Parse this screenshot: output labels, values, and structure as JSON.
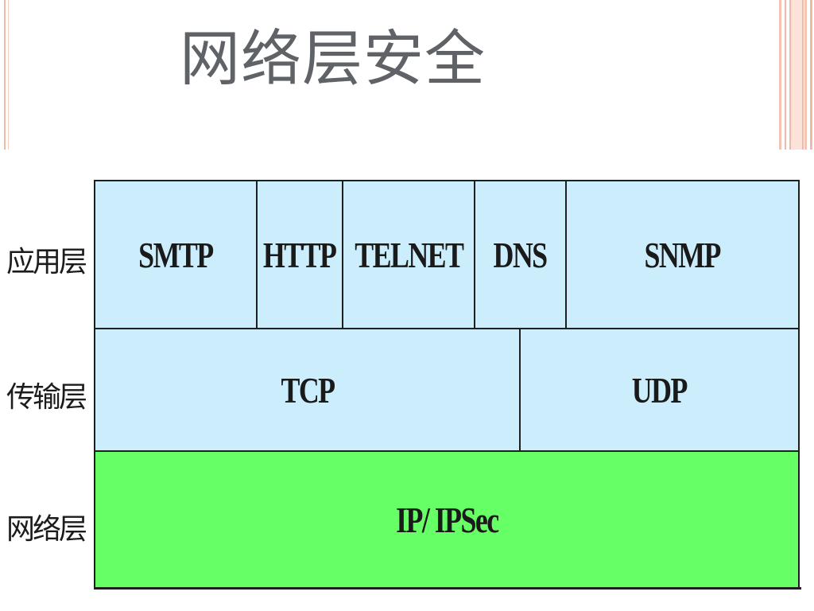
{
  "slide": {
    "title": "网络层安全"
  },
  "layers": [
    {
      "label": "应用层",
      "protocols": [
        "SMTP",
        "HTTP",
        "TELNET",
        "DNS",
        "SNMP"
      ]
    },
    {
      "label": "传输层",
      "protocols": [
        "TCP",
        "UDP"
      ]
    },
    {
      "label": "网络层",
      "protocols": [
        "IP/ IPSec"
      ]
    }
  ],
  "colors": {
    "upper_layer_fill": "#cceefc",
    "network_layer_fill": "#66ff66",
    "border": "#1f1f1f",
    "title_text": "#5f6367",
    "decor_stripe": "#f0b9a8"
  }
}
